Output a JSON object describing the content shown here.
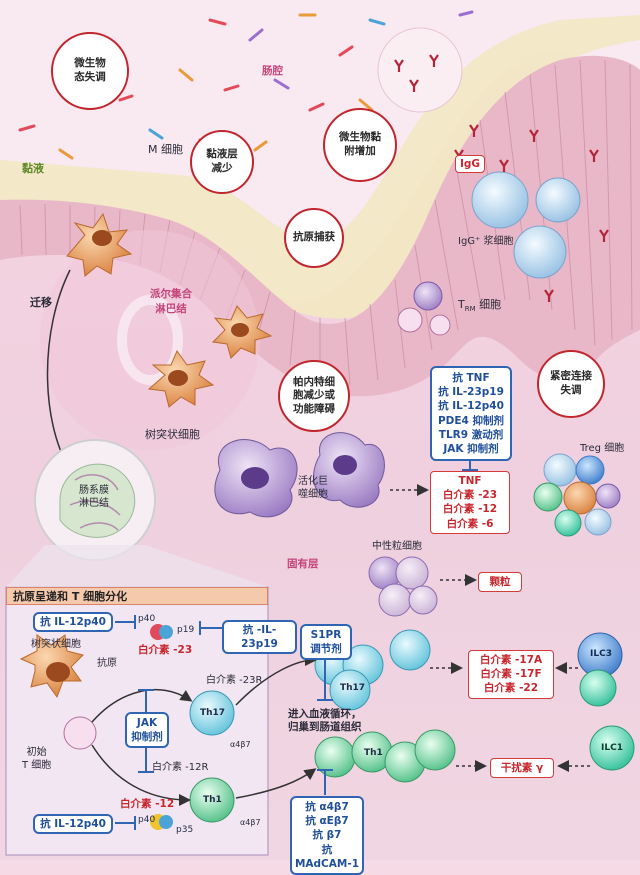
{
  "labels": {
    "lumen": "肠腔",
    "mucus": "黏液",
    "dysbiosis": "微生物\n态失调",
    "m_cell": "M 细胞",
    "mucus_reduced": "黏液层\n减少",
    "microbe_adhesion": "微生物黏\n附增加",
    "antigen_capture": "抗原捕获",
    "igg": "IgG",
    "igg_plasma": "IgG⁺ 浆细胞",
    "migration": "迁移",
    "peyers_patch": "派尔集合\n淋巴结",
    "dendritic_cell": "树突状细胞",
    "paneth": "帕内特细\n胞减少或\n功能障碍",
    "trm": "T",
    "trm_sub": "RM",
    "trm_suffix": " 细胞",
    "tight_junction": "紧密连接\n失调",
    "mesenteric_ln": "肠系膜\n淋巴结",
    "macrophage": "活化巨\n噬细胞",
    "treg": "Treg 细胞",
    "lamina_propria": "固有层",
    "neutrophil": "中性粒细胞",
    "granules": "颗粒",
    "panel_title": "抗原呈递和 T 细胞分化",
    "dc_small": "树突状细胞",
    "antigen": "抗原",
    "naive_t": "初始\nT 细胞",
    "p40": "p40",
    "p19": "p19",
    "p35": "p35",
    "il23": "白介素 -23",
    "il23r": "白介素 -23R",
    "il12r": "白介素 -12R",
    "il12": "白介素 -12",
    "a4b7_1": "α4β7",
    "a4b7_2": "α4β7",
    "th17": "Th17",
    "th17b": "Th17",
    "th1": "Th1",
    "th1b": "Th1",
    "ilc3": "ILC3",
    "ilc1": "ILC1",
    "circulation": "进入血液循环，\n归巢到肠道组织",
    "ifng": "干扰素 γ"
  },
  "drug_box_main": [
    "抗 TNF",
    "抗 IL-23p19",
    "抗 IL-12p40",
    "PDE4 抑制剂",
    "TLR9 激动剂",
    "JAK 抑制剂"
  ],
  "cytokines_macrophage": [
    "TNF",
    "白介素 -23",
    "白介素 -12",
    "白介素 -6"
  ],
  "anti_il12p40_top": "抗 IL-12p40",
  "anti_il23p19": "抗 -IL-23p19",
  "anti_il12p40_bottom": "抗 IL-12p40",
  "jak_box": "JAK\n抑制剂",
  "s1p_box": "S1PR\n调节剂",
  "integrin_box": [
    "抗 α4β7",
    "抗 αEβ7",
    "抗 β7",
    "抗 MAdCAM-1"
  ],
  "cytokines_th17": [
    "白介素 -17A",
    "白介素 -17F",
    "白介素 -22"
  ],
  "colors": {
    "accent_red": "#c7262d",
    "blue": "#2f65b3",
    "background": "#f3d2e0"
  }
}
